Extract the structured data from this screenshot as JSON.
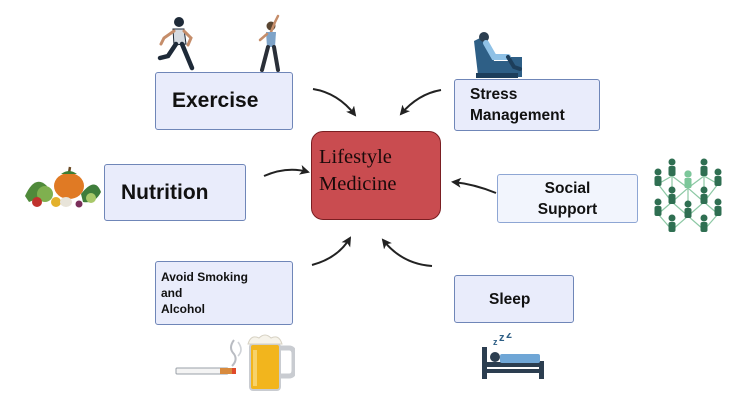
{
  "center": {
    "line1": "Lifestyle",
    "line2": "Medicine"
  },
  "boxes": {
    "exercise": "Exercise",
    "nutrition": "Nutrition",
    "smoking_alcohol": "Avoid Smoking\nand\nAlcohol",
    "stress": "Stress\nManagement",
    "social": "Social\nSupport",
    "sleep": "Sleep"
  },
  "icons": {
    "exercise": [
      "running-person-icon",
      "stretching-person-icon"
    ],
    "stress": "armchair-person-icon",
    "nutrition": "vegetables-icon",
    "social": "people-network-icon",
    "smoking_alcohol": [
      "cigarette-icon",
      "beer-mug-icon"
    ],
    "sleep": "bed-sleeping-icon"
  },
  "colors": {
    "center_fill": "#c94c50",
    "box_fill": "#e9ecfb",
    "box_border": "#6f86b8",
    "icon_navy": "#2c3e50",
    "icon_blue": "#2e5f86",
    "network_green": "#2f6f52"
  }
}
